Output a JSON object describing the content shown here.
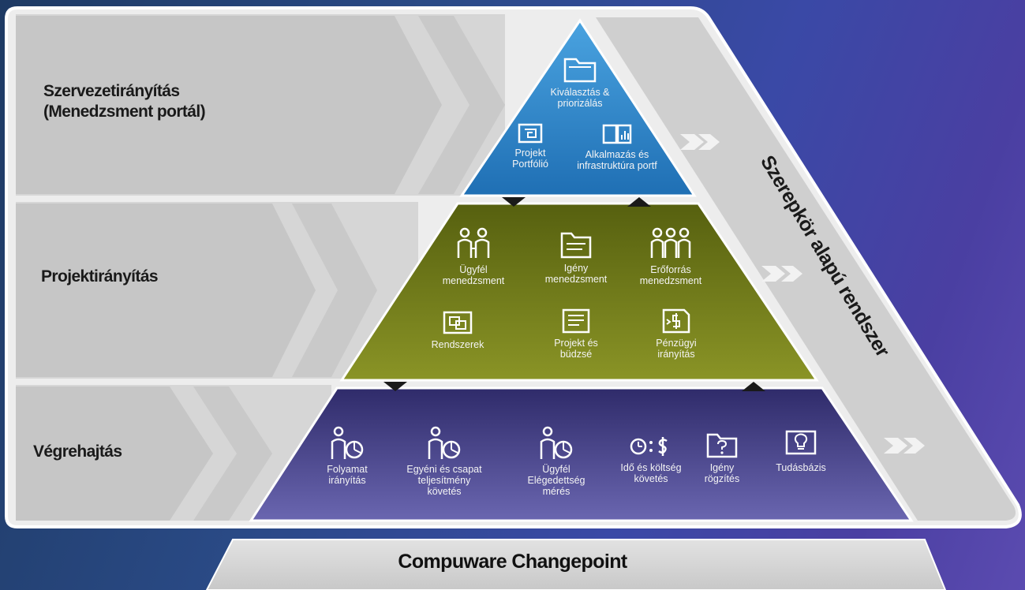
{
  "levels": [
    {
      "label": "Szervezetirányítás\n(Menedzsment portál)"
    },
    {
      "label": "Projektirányítás"
    },
    {
      "label": "Végrehajtás"
    }
  ],
  "side_label": "Szerepkör alapú rendszer",
  "base_title": "Compuware Changepoint",
  "top_items": [
    {
      "icon": "folder-icon",
      "text": "Kiválasztás &\npriorizálás"
    },
    {
      "icon": "portfolio-icon",
      "text": "Projekt\nPortfólió"
    },
    {
      "icon": "chart-book-icon",
      "text": "Alkalmazás és\ninfrastruktúra portf"
    }
  ],
  "middle_items": [
    {
      "icon": "people-pair-icon",
      "text": "Ügyfél\nmenedzsment"
    },
    {
      "icon": "document-icon",
      "text": "Igény\nmenedzsment"
    },
    {
      "icon": "people-group-icon",
      "text": "Erőforrás\nmenedzsment"
    },
    {
      "icon": "systems-icon",
      "text": "Rendszerek"
    },
    {
      "icon": "list-doc-icon",
      "text": "Projekt és\nbüdzsé"
    },
    {
      "icon": "finance-icon",
      "text": "Pénzügyi\nirányítás"
    }
  ],
  "bottom_items": [
    {
      "icon": "person-chart-icon",
      "text": "Folyamat\nirányítás"
    },
    {
      "icon": "person-chart-icon",
      "text": "Egyéni és csapat\nteljesítmény\nkövetés"
    },
    {
      "icon": "person-chart-icon",
      "text": "Ügyfél\nElégedettség\nmérés"
    },
    {
      "icon": "time-cost-icon",
      "text": "Idő és költség\nkövetés"
    },
    {
      "icon": "question-doc-icon",
      "text": "Igény\nrögzítés"
    },
    {
      "icon": "knowledge-icon",
      "text": "Tudásbázis"
    }
  ],
  "colors": {
    "top": "#2f86c9",
    "middle": "#707a18",
    "bottom": "#4a4590",
    "panel": "#d9d9d9",
    "chevron": "#c9c9c9"
  }
}
